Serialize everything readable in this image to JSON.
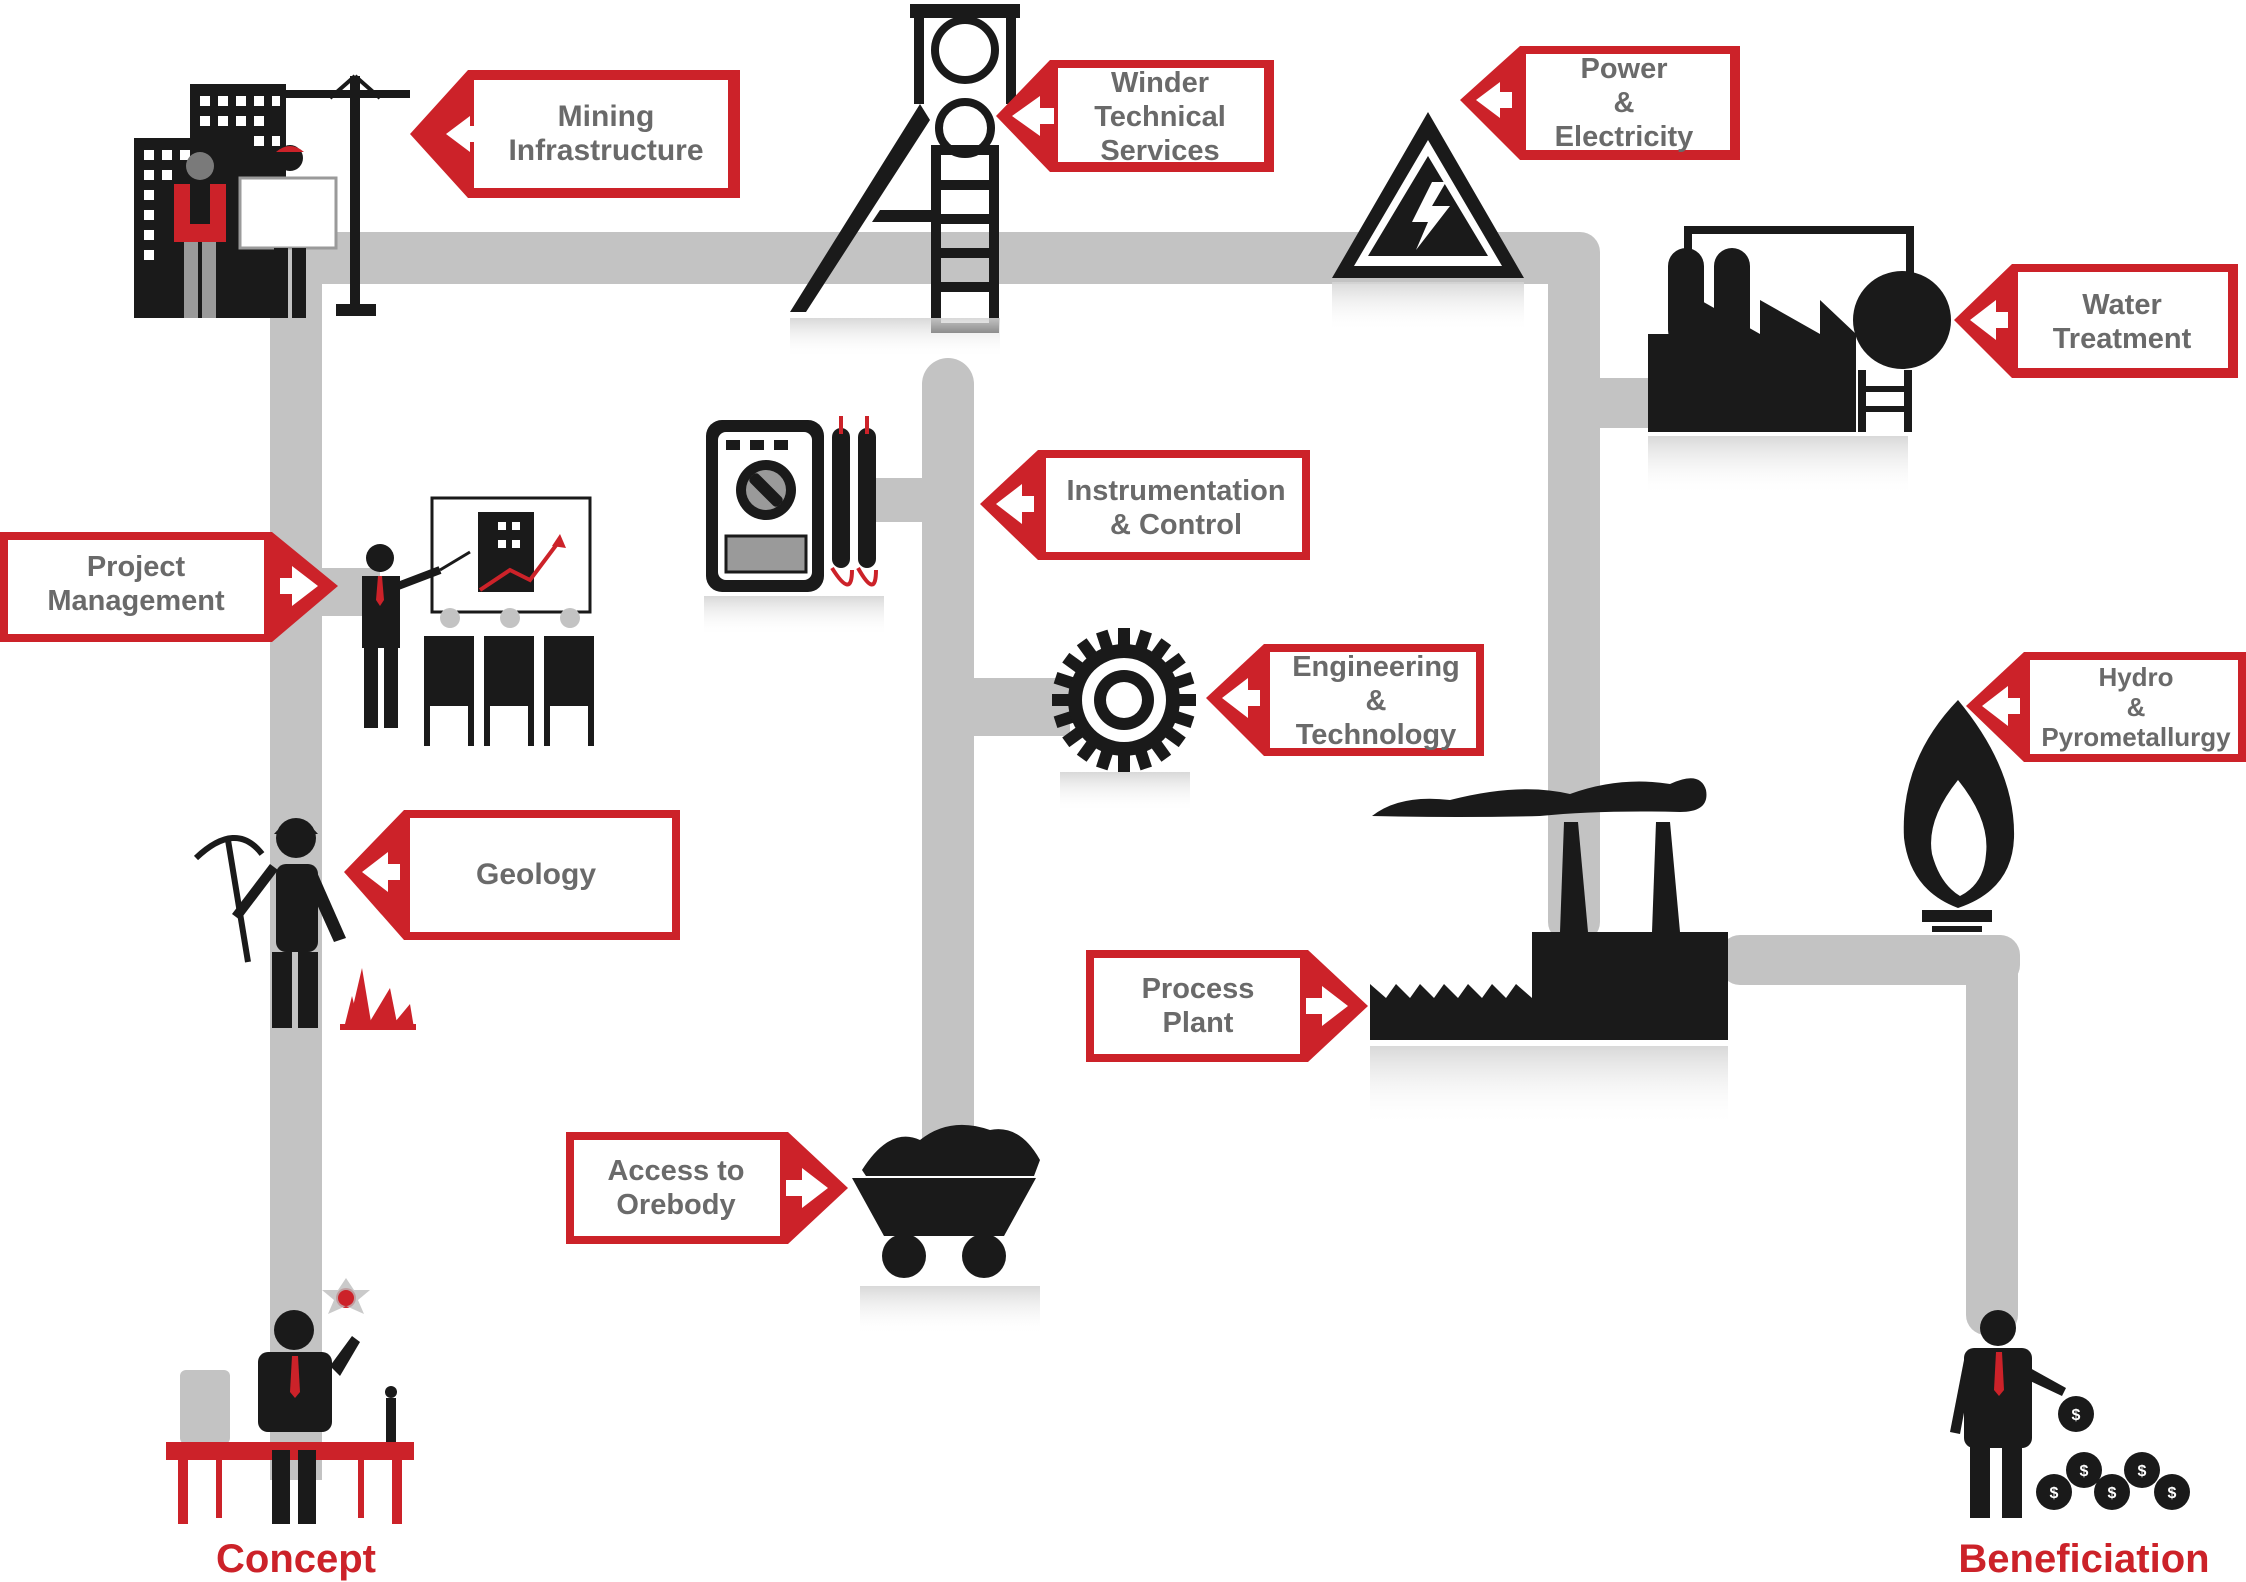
{
  "diagram": {
    "start_label": "Concept",
    "end_label": "Beneficiation",
    "services": {
      "mining_infrastructure": [
        "Mining",
        "Infrastructure"
      ],
      "winder_technical_services": [
        "Winder",
        "Technical",
        "Services"
      ],
      "power_electricity": [
        "Power",
        "&",
        "Electricity"
      ],
      "water_treatment": [
        "Water",
        "Treatment"
      ],
      "project_management": [
        "Project",
        "Management"
      ],
      "instrumentation_control": [
        "Instrumentation",
        "& Control"
      ],
      "engineering_technology": [
        "Engineering",
        "&",
        "Technology"
      ],
      "hydro_pyrometallurgy": [
        "Hydro",
        "&",
        "Pyrometallurgy"
      ],
      "geology": [
        "Geology"
      ],
      "process_plant": [
        "Process",
        "Plant"
      ],
      "access_to_orebody": [
        "Access to",
        "Orebody"
      ]
    }
  },
  "colors": {
    "accent": "#cc2229",
    "pipe": "#c3c3c3",
    "icon": "#1a1a1a",
    "label_text": "#6a6a6a"
  }
}
